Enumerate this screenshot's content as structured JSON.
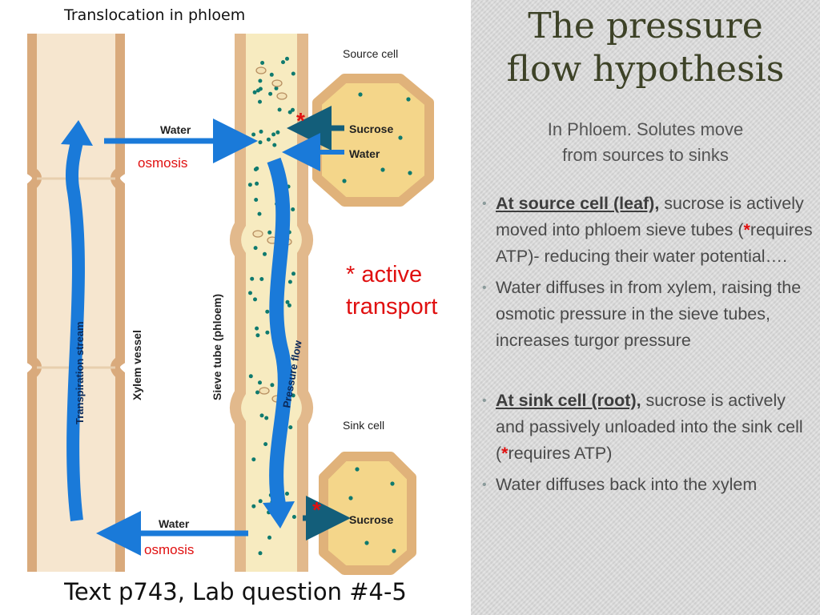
{
  "left": {
    "caption_top": "Translocation in phloem",
    "caption_bottom": "Text p743, Lab question #4-5",
    "diagram": {
      "source_cell_label": "Source cell",
      "sink_cell_label": "Sink cell",
      "sucrose_top": "Sucrose",
      "water_top_right": "Water",
      "water_top_left": "Water",
      "osmosis_top": "osmosis",
      "sucrose_bottom": "Sucrose",
      "water_bottom": "Water",
      "osmosis_bottom": "osmosis",
      "xylem_label": "Xylem vessel",
      "sieve_label": "Sieve tube (phloem)",
      "transpiration_label": "Transpiration stream",
      "pressure_label": "Pressure flow",
      "star": "*",
      "active_line1": "* active",
      "active_line2": "transport"
    }
  },
  "right": {
    "title_line1": "The pressure",
    "title_line2": "flow hypothesis",
    "subtitle_line1": "In Phloem. Solutes move",
    "subtitle_line2": "from sources to sinks",
    "bullets": [
      {
        "bold": "At source cell (leaf),",
        "t1": " sucrose is actively moved into phloem sieve tubes (",
        "star": "*",
        "t2": "requires ATP)- reducing their water potential…."
      },
      {
        "text": "Water diffuses in from xylem, raising the osmotic pressure in the sieve tubes, increases turgor pressure"
      },
      {
        "bold": "At sink cell (root),",
        "t1": " sucrose is actively and passively unloaded into the sink cell (",
        "star": "*",
        "t2": "requires ATP)"
      },
      {
        "text": "Water diffuses back into the xylem"
      }
    ],
    "bullet_marker": "•"
  },
  "colors": {
    "title": "#3d4227",
    "star": "#e01010",
    "arrow_blue": "#1a7ad9",
    "tube_fill": "#f7ebc0",
    "wall": "#e2b98c",
    "dots": "#0f7a6e"
  }
}
